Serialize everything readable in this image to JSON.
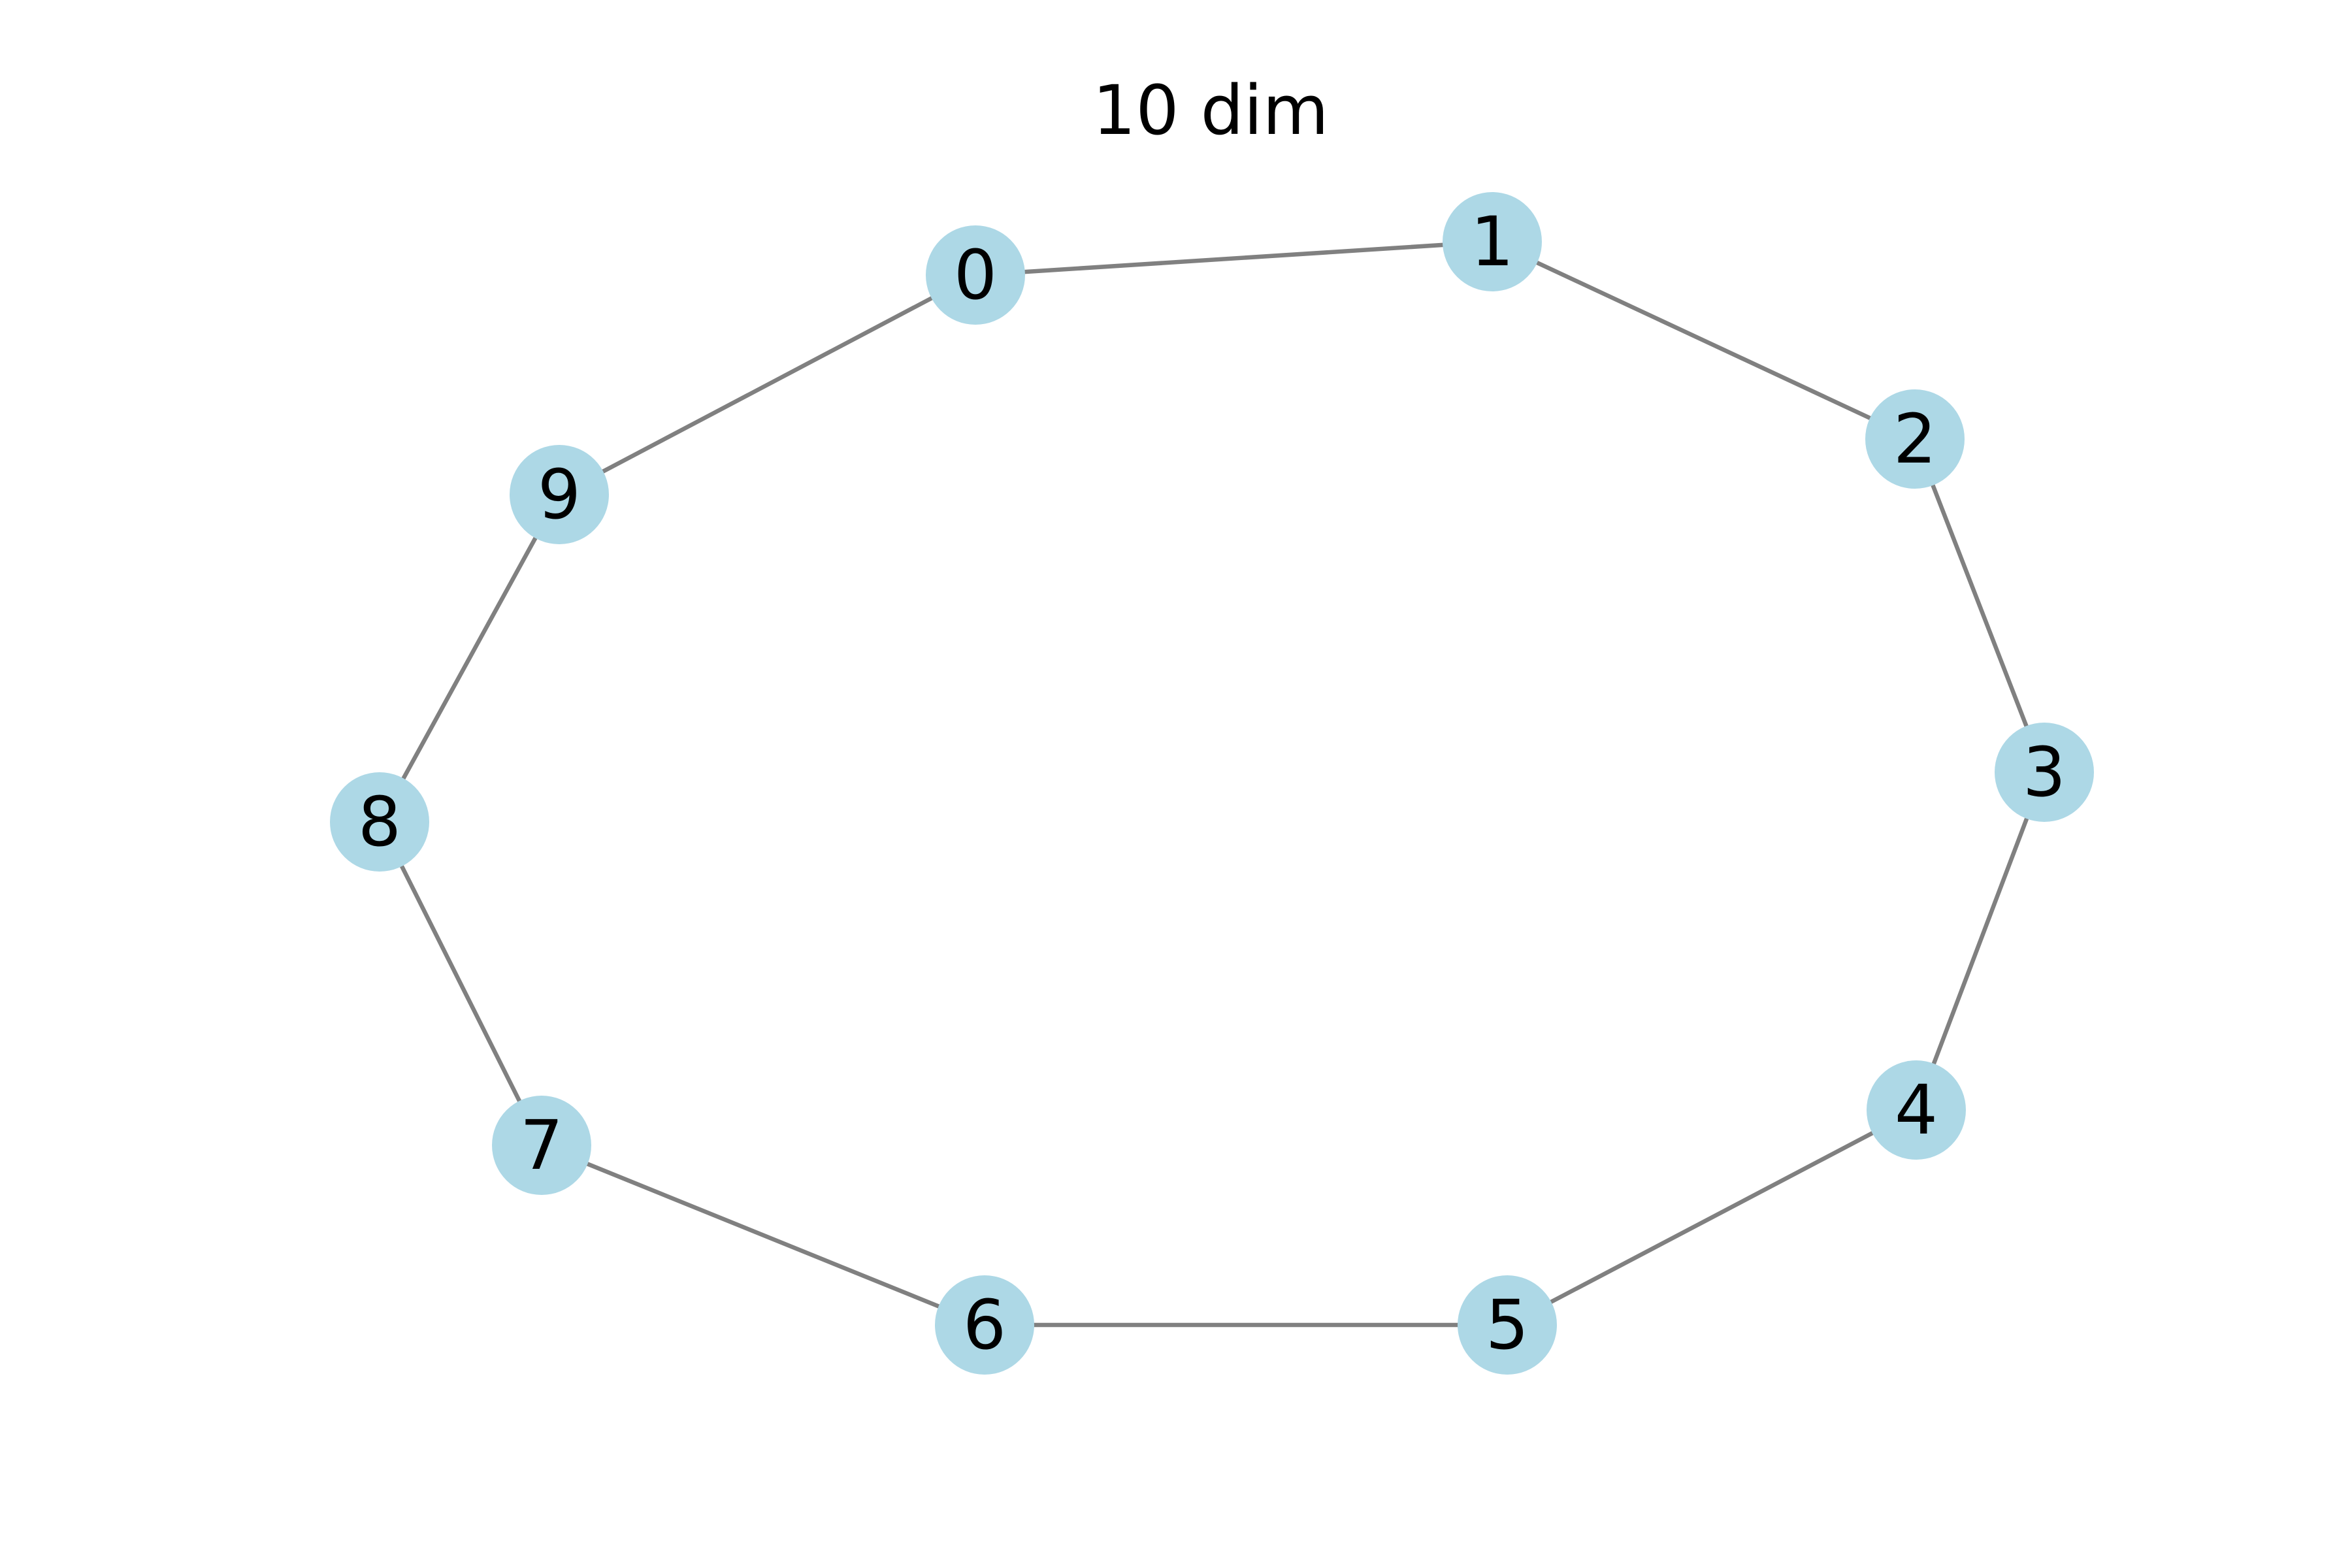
{
  "title": "10 dim",
  "colors": {
    "node": "#add8e6",
    "edge": "#808080",
    "label": "#000000",
    "background": "#ffffff"
  },
  "nodes": [
    {
      "id": "0",
      "label": "0"
    },
    {
      "id": "1",
      "label": "1"
    },
    {
      "id": "2",
      "label": "2"
    },
    {
      "id": "3",
      "label": "3"
    },
    {
      "id": "4",
      "label": "4"
    },
    {
      "id": "5",
      "label": "5"
    },
    {
      "id": "6",
      "label": "6"
    },
    {
      "id": "7",
      "label": "7"
    },
    {
      "id": "8",
      "label": "8"
    },
    {
      "id": "9",
      "label": "9"
    }
  ],
  "edges": [
    [
      "0",
      "1"
    ],
    [
      "1",
      "2"
    ],
    [
      "2",
      "3"
    ],
    [
      "3",
      "4"
    ],
    [
      "4",
      "5"
    ],
    [
      "5",
      "6"
    ],
    [
      "6",
      "7"
    ],
    [
      "7",
      "8"
    ],
    [
      "8",
      "9"
    ],
    [
      "9",
      "0"
    ]
  ]
}
